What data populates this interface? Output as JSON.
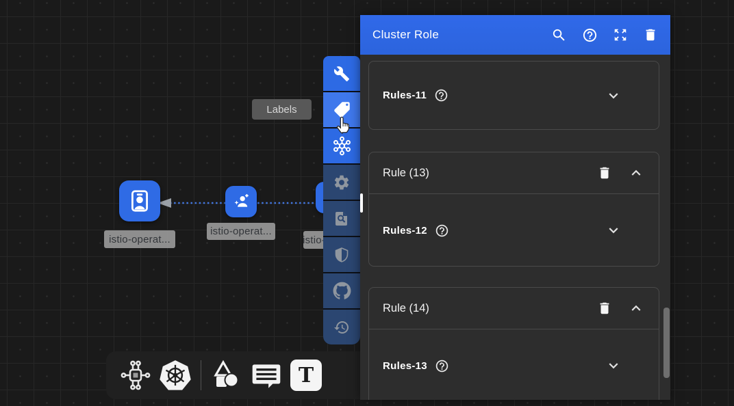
{
  "panel": {
    "title": "Cluster Role",
    "header_icons": [
      "search",
      "help",
      "expand",
      "delete"
    ],
    "sections": [
      {
        "field_label": "Rules-11"
      },
      {
        "header_label": "Rule (13)",
        "field_label": "Rules-12"
      },
      {
        "header_label": "Rule (14)",
        "field_label": "Rules-13"
      }
    ]
  },
  "tooltip": {
    "label": "Labels"
  },
  "canvas": {
    "nodes": [
      {
        "label": "istio-operat...",
        "icon": "id-badge-icon"
      },
      {
        "label": "istio-operat...",
        "icon": "user-plus-icon"
      },
      {
        "label": "istio-operat...",
        "icon": "hidden-behind-toolbar"
      }
    ]
  },
  "side_toolbar": {
    "icons": [
      "wrench",
      "label-tag",
      "hub",
      "settings",
      "document-search",
      "shield",
      "github",
      "history"
    ],
    "active_tool": "label-tag"
  },
  "bottom_toolbar": {
    "icons": [
      "circuit",
      "kubernetes",
      "shapes",
      "comment",
      "text-tool"
    ],
    "text_tool_label": "T"
  },
  "colors": {
    "accent_blue": "#2d6ae4",
    "accent_blue_hover": "#3f78ec",
    "toolbar_navy": "#2b4671",
    "toolbar_icon_gray": "#8f969f",
    "panel_header_blue": "#2e6ae2",
    "panel_bg": "#2d2d2d",
    "canvas_bg": "#1a1a1a",
    "node_blue": "#2f6be5",
    "chip_bg": "#9e9e9e",
    "tooltip_bg": "#585858"
  }
}
